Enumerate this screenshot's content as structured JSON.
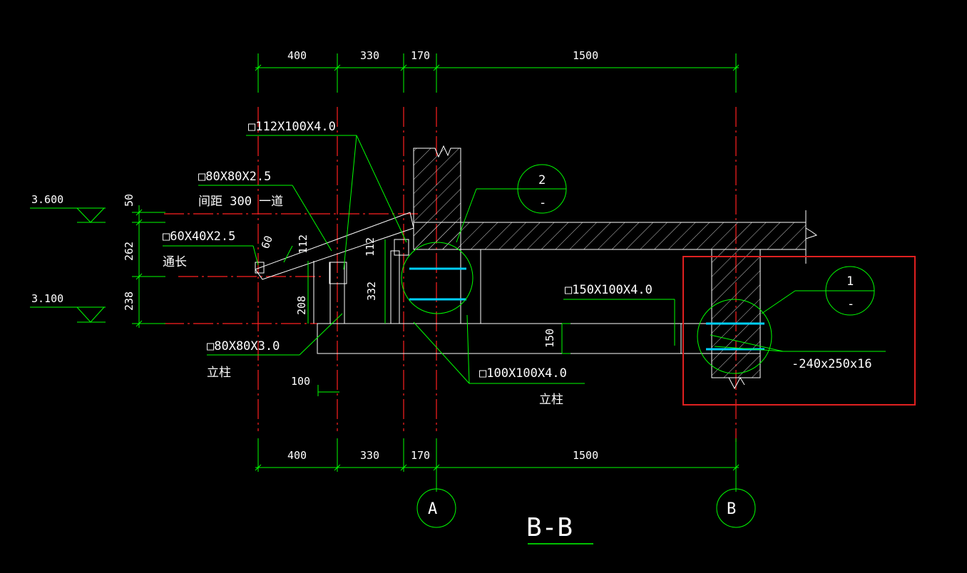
{
  "dimensions_top": [
    "400",
    "330",
    "170",
    "1500"
  ],
  "dimensions_bottom": [
    "400",
    "330",
    "170",
    "1500"
  ],
  "elevations": [
    "3.600",
    "3.100"
  ],
  "vertical_dims": [
    "50",
    "262",
    "238"
  ],
  "inner_dims": [
    "60",
    "112",
    "112",
    "208",
    "332",
    "150",
    "100"
  ],
  "labels": {
    "purlin_top": "□112X100X4.0",
    "rafter": "□80X80X2.5",
    "rafter_note": "间距 300 一道",
    "edge_beam": "□60X40X2.5",
    "edge_beam_note": "通长",
    "post_left": "□80X80X3.0",
    "post_left_note": "立柱",
    "post_mid": "□100X100X4.0",
    "post_mid_note": "立柱",
    "beam_main": "□150X100X4.0",
    "plate": "-240x250x16"
  },
  "detail_callouts": [
    {
      "num": "2",
      "sheet": "-"
    },
    {
      "num": "1",
      "sheet": "-"
    }
  ],
  "axes": [
    "A",
    "B"
  ],
  "section_title": "B-B",
  "colors": {
    "background": "#000000",
    "dim_line": "#00ff00",
    "axis_line": "#ff0000",
    "outline": "#ffffff",
    "anchor_bolt": "#00d0ff",
    "highlight_box": "#e02020"
  }
}
